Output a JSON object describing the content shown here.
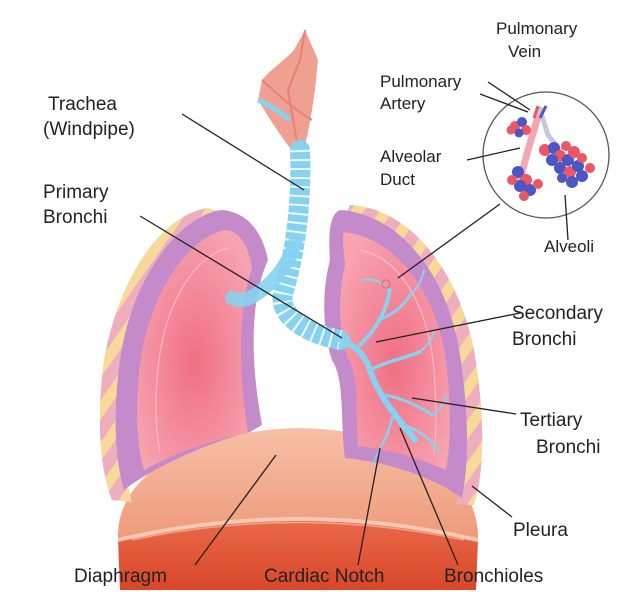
{
  "labels": {
    "trachea_1": "Trachea",
    "trachea_2": "(Windpipe)",
    "primary_1": "Primary",
    "primary_2": "Bronchi",
    "pulm_vein_1": "Pulmonary",
    "pulm_vein_2": "Vein",
    "pulm_artery_1": "Pulmonary",
    "pulm_artery_2": "Artery",
    "alv_duct_1": "Alveolar",
    "alv_duct_2": "Duct",
    "alveoli": "Alveoli",
    "secondary_1": "Secondary",
    "secondary_2": "Bronchi",
    "tertiary_1": "Tertiary",
    "tertiary_2": "Bronchi",
    "pleura": "Pleura",
    "diaphragm": "Diaphragm",
    "cardiac_notch": "Cardiac Notch",
    "bronchioles": "Bronchioles"
  },
  "colors": {
    "pleura_outer": "#e8a3b9",
    "lung_purple": "#c48ac9",
    "lung_pink": "#f08fa0",
    "lung_core": "#ee7f8a",
    "bronchial_tree": "#86d2f0",
    "diaphragm_top": "#f2a58a",
    "diaphragm_front": "#e5583a",
    "alveoli_red": "#ee5663",
    "alveoli_blue": "#4a57c7",
    "rib_yellow": "#f7d99a"
  }
}
